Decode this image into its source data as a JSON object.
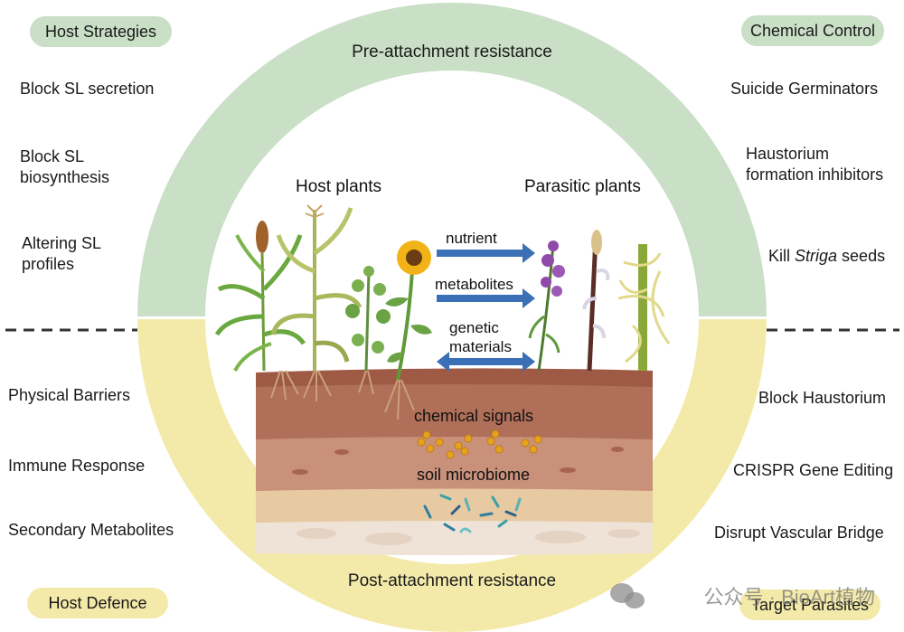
{
  "pills": {
    "host_strategies": "Host Strategies",
    "chemical_control": "Chemical Control",
    "host_defence": "Host Defence",
    "target_parasites": "Target Parasites"
  },
  "ring": {
    "pre_attachment": "Pre-attachment resistance",
    "post_attachment": "Post-attachment resistance"
  },
  "left_top": [
    "Block SL secretion",
    "Block SL\nbiosynthesis",
    "Altering SL\nprofiles"
  ],
  "right_top": {
    "suicide": "Suicide Germinators",
    "haustorium_inhibitors": "Haustorium\nformation inhibitors",
    "kill_prefix": "Kill ",
    "kill_italic": "Striga",
    "kill_suffix": " seeds"
  },
  "left_bottom": [
    "Physical Barriers",
    "Immune Response",
    "Secondary Metabolites"
  ],
  "right_bottom": [
    "Block Haustorium",
    "CRISPR Gene Editing",
    "Disrupt Vascular Bridge"
  ],
  "center": {
    "host_plants": "Host plants",
    "parasitic_plants": "Parasitic plants",
    "nutrient": "nutrient",
    "metabolites": "metabolites",
    "genetic_materials": "genetic\nmaterials",
    "chemical_signals": "chemical signals",
    "soil_microbiome": "soil microbiome"
  },
  "watermark": "公众号 · BioArt植物",
  "colors": {
    "green_ring": "#c9dfc6",
    "yellow_ring": "#f3eaa9",
    "arrow_blue": "#3b6fb6",
    "soil_top": "#9e5a45",
    "soil_mid": "#c9907a",
    "soil_low": "#e7c9a2",
    "sunflower": "#f2b318",
    "parasite_purple": "#8e4aa8"
  }
}
